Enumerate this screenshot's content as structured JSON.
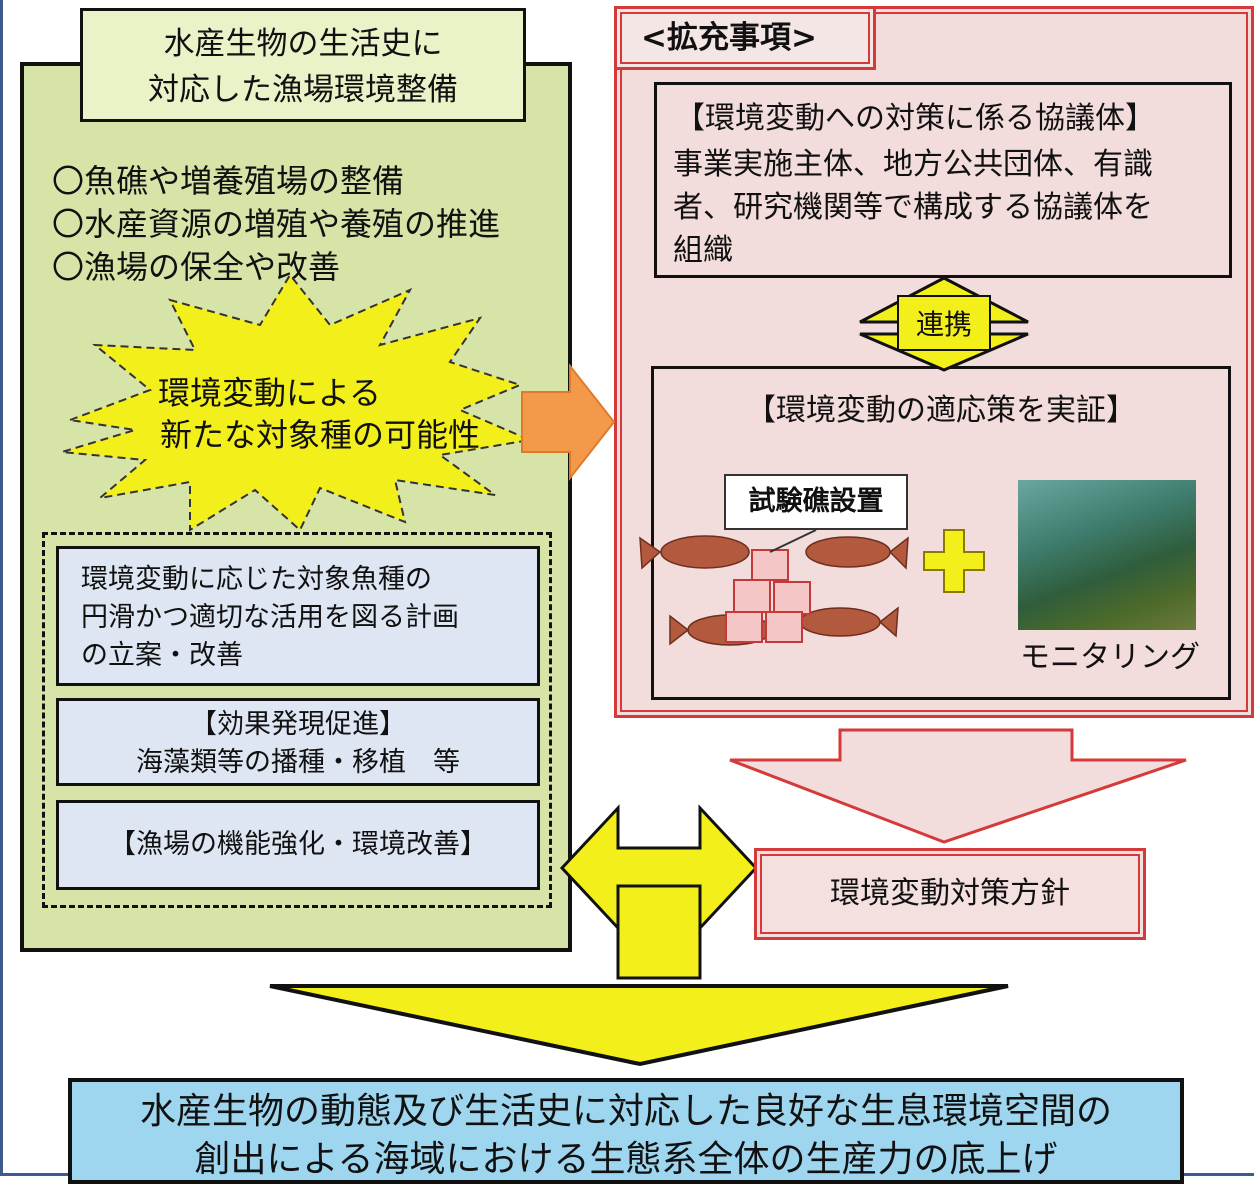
{
  "left": {
    "title": [
      "水産生物の生活史に",
      "対応した漁場環境整備"
    ],
    "bullets": [
      "〇魚礁や増養殖場の整備",
      "〇水産資源の増殖や養殖の推進",
      "〇漁場の保全や改善"
    ],
    "burst": [
      "環境変動による",
      "新たな対象種の可能性"
    ],
    "plan": [
      "環境変動に応じた対象魚種の",
      "円滑かつ適切な活用を図る計画",
      "の立案・改善"
    ],
    "effect": [
      "【効果発現促進】",
      "海藻類等の播種・移植　等"
    ],
    "function": "【漁場の機能強化・環境改善】"
  },
  "right": {
    "tag": "<拡充事項>",
    "council_title": "【環境変動への対策に係る協議体】",
    "council_body": [
      "事業実施主体、地方公共団体、有識",
      "者、研究機関等で構成する協議体を",
      "組織"
    ],
    "link": "連携",
    "demo_title": "【環境変動の適応策を実証】",
    "test_label": "試験礁設置",
    "monitoring": "モニタリング"
  },
  "policy": "環境変動対策方針",
  "bottom": [
    "水産生物の動態及び生活史に対応した良好な生息環境空間の",
    "創出による海域における生態系全体の生産力の底上げ"
  ],
  "colors": {
    "left_panel": "#d7e4a8",
    "right_panel": "#f2dcdc",
    "accent_red": "#d43a3a",
    "yellow": "#f3ef1a",
    "orange_arrow": "#f29a4a",
    "bottom_box": "#9ed6ef",
    "frame": "#3d5a8a"
  },
  "icons": [
    "fish-icon",
    "reef-block-icon",
    "plus-icon",
    "diver-photo"
  ]
}
